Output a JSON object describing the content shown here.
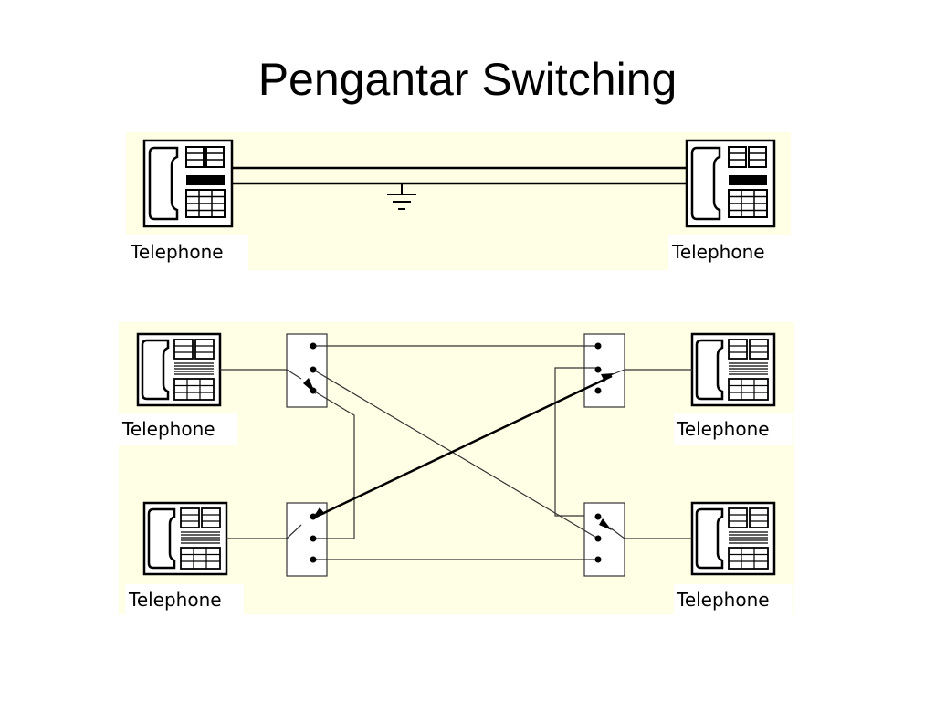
{
  "slide": {
    "title": "Pengantar Switching"
  },
  "colors": {
    "panel_bg": "#ffffe6",
    "label_bg": "#ffffff",
    "line": "#000000"
  },
  "top_diagram": {
    "left_phone_label": "Telephone",
    "right_phone_label": "Telephone",
    "icons": [
      "telephone-icon",
      "telephone-icon",
      "ground-icon"
    ]
  },
  "bottom_diagram": {
    "phone_labels": {
      "top_left": "Telephone",
      "bottom_left": "Telephone",
      "top_right": "Telephone",
      "bottom_right": "Telephone"
    },
    "icons": [
      "telephone-icon",
      "switch-icon"
    ]
  }
}
